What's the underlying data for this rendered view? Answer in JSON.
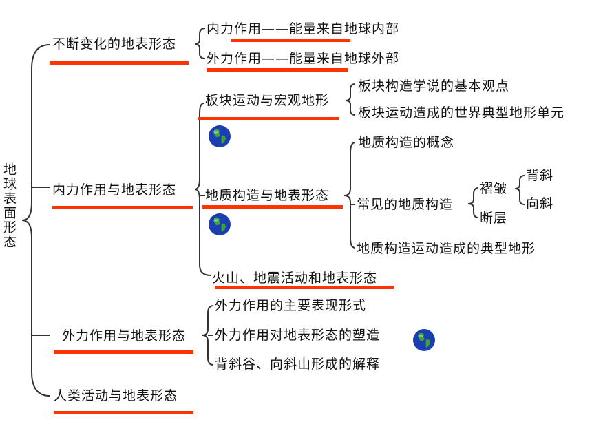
{
  "root": "地球表面形态",
  "branches": {
    "b1": {
      "label": "不断变化的地表形态",
      "c1": "内力作用——能量来自地球内部",
      "c2": "外力作用——能量来自地球外部"
    },
    "b2": {
      "label": "内力作用与地表形态",
      "plate": {
        "label": "板块运动与宏观地形",
        "c1": "板块构造学说的基本观点",
        "c2": "板块运动造成的世界典型地形单元"
      },
      "geo": {
        "label": "地质构造与地表形态",
        "concept": "地质构造的概念",
        "common": "常见的地质构造",
        "fold": "褶皱",
        "anticline": "背斜",
        "syncline": "向斜",
        "fault": "断层",
        "landform": "地质构造运动造成的典型地形"
      },
      "volcano": "火山、地震活动和地表形态"
    },
    "b3": {
      "label": "外力作用与地表形态",
      "c1": "外力作用的主要表现形式",
      "c2": "外力作用对地表形态的塑造",
      "c3": "背斜谷、向斜山形成的解释"
    },
    "b4": {
      "label": "人类活动与地表形态"
    }
  },
  "colors": {
    "underline": "#ff3300",
    "ocean": "#1b3fb0",
    "land": "#3aa33a"
  },
  "icons": [
    "globe-icon",
    "globe-icon",
    "globe-icon"
  ]
}
